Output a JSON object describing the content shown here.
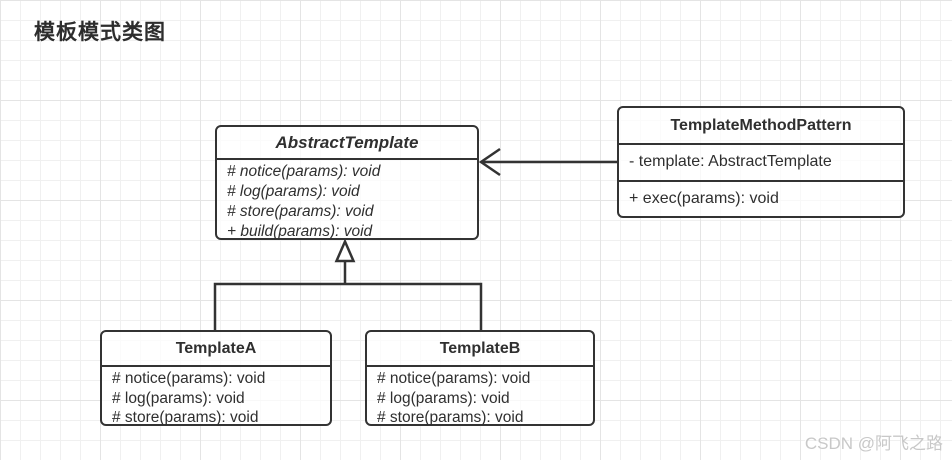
{
  "title": "模板模式类图",
  "watermark": "CSDN @阿飞之路",
  "colors": {
    "stroke": "#333333",
    "text": "#2f2f2f",
    "grid_minor": "#f0f0f0",
    "grid_major": "#e4e4e4",
    "watermark": "#c8c8c8"
  },
  "classes": {
    "abstract_template": {
      "name": "AbstractTemplate",
      "abstract": true,
      "methods": [
        "# notice(params): void",
        "# log(params): void",
        "# store(params): void",
        "+ build(params): void"
      ]
    },
    "template_method_pattern": {
      "name": "TemplateMethodPattern",
      "fields": [
        "- template: AbstractTemplate"
      ],
      "methods": [
        "+ exec(params): void"
      ]
    },
    "template_a": {
      "name": "TemplateA",
      "methods": [
        "# notice(params): void",
        "# log(params): void",
        "# store(params): void"
      ]
    },
    "template_b": {
      "name": "TemplateB",
      "methods": [
        "# notice(params): void",
        "# log(params): void",
        "# store(params): void"
      ]
    }
  },
  "relations": [
    {
      "type": "association",
      "from": "TemplateMethodPattern",
      "to": "AbstractTemplate"
    },
    {
      "type": "generalization",
      "from": "TemplateA",
      "to": "AbstractTemplate"
    },
    {
      "type": "generalization",
      "from": "TemplateB",
      "to": "AbstractTemplate"
    }
  ]
}
